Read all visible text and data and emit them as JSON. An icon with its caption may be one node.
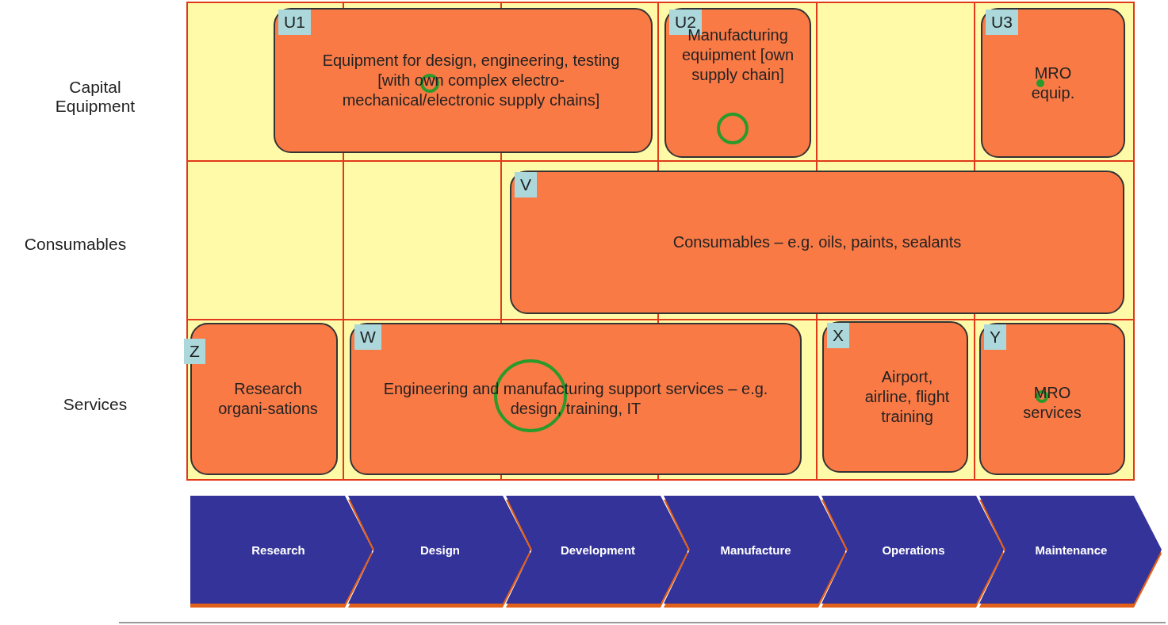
{
  "diagram": {
    "nodes": [
      {
        "text": [
          "U1",
          "Equipment for design, engineering, testing [with own complex electro-mechanical/electronic supply chains]"
        ]
      },
      {
        "text": [],
        "shape": "circle",
        "in": 0
      },
      {
        "text": [
          "U2",
          "Manufacturing equipment [own supply chain]"
        ]
      },
      {
        "text": [],
        "shape": "circle",
        "in": 2
      },
      {
        "text": [
          "U3",
          "MRO equip."
        ]
      },
      {
        "text": [],
        "shape": "circle",
        "in": 4
      },
      {
        "text": [
          "V",
          "Consumables – e.g. oils, paints, sealants"
        ]
      },
      {
        "text": [
          "Z",
          "Research organi-sations"
        ]
      },
      {
        "text": [
          "W",
          "Engineering and manufacturing support services – e.g. design, training, IT"
        ]
      },
      {
        "text": [],
        "shape": "circle",
        "in": 8
      },
      {
        "text": [
          "X",
          "Airport, airline, flight training"
        ]
      },
      {
        "text": [
          "Y",
          "MRO services"
        ]
      },
      {
        "text": [],
        "shape": "circle",
        "in": 11
      },
      {
        "text": [
          "Research"
        ]
      },
      {
        "text": [
          "Design"
        ]
      },
      {
        "text": [
          "Development"
        ]
      },
      {
        "text": [
          "Manufacture"
        ]
      },
      {
        "text": [
          "Operations"
        ]
      },
      {
        "text": [
          "Maintenance"
        ]
      }
    ],
    "labels": [
      "Capital Equipment",
      "Consumables",
      "Services"
    ]
  }
}
